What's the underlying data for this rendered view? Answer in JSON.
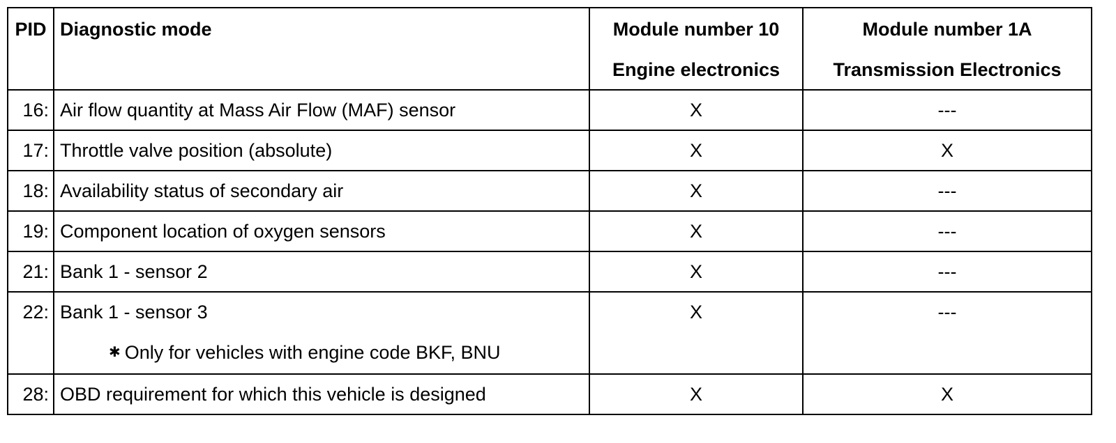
{
  "headers": {
    "pid": "PID",
    "mode": "Diagnostic mode",
    "module10": {
      "line1": "Module number 10",
      "line2": "Engine electronics"
    },
    "module1a": {
      "line1": "Module number 1A",
      "line2": "Transmission Electronics"
    }
  },
  "rows": [
    {
      "pid": "16:",
      "mode": "Air flow quantity at Mass Air Flow (MAF) sensor",
      "m10": "X",
      "m1a": "---"
    },
    {
      "pid": "17:",
      "mode": "Throttle valve position (absolute)",
      "m10": "X",
      "m1a": "X"
    },
    {
      "pid": "18:",
      "mode": "Availability status of secondary air",
      "m10": "X",
      "m1a": "---"
    },
    {
      "pid": "19:",
      "mode": "Component location of oxygen sensors",
      "m10": "X",
      "m1a": "---"
    },
    {
      "pid": "21:",
      "mode": "Bank 1 - sensor 2",
      "m10": "X",
      "m1a": "---"
    },
    {
      "pid": "22:",
      "mode": "Bank 1 - sensor 3",
      "note": "Only for vehicles with engine code BKF, BNU",
      "note_marker": "✱",
      "m10": "X",
      "m1a": "---"
    },
    {
      "pid": "28:",
      "mode": "OBD requirement for which this vehicle is designed",
      "m10": "X",
      "m1a": "X"
    }
  ]
}
